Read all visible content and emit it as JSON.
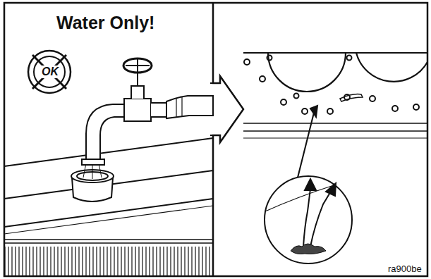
{
  "diagram": {
    "title": "Water Only!",
    "labels": [
      "OK",
      "ra900be"
    ]
  }
}
